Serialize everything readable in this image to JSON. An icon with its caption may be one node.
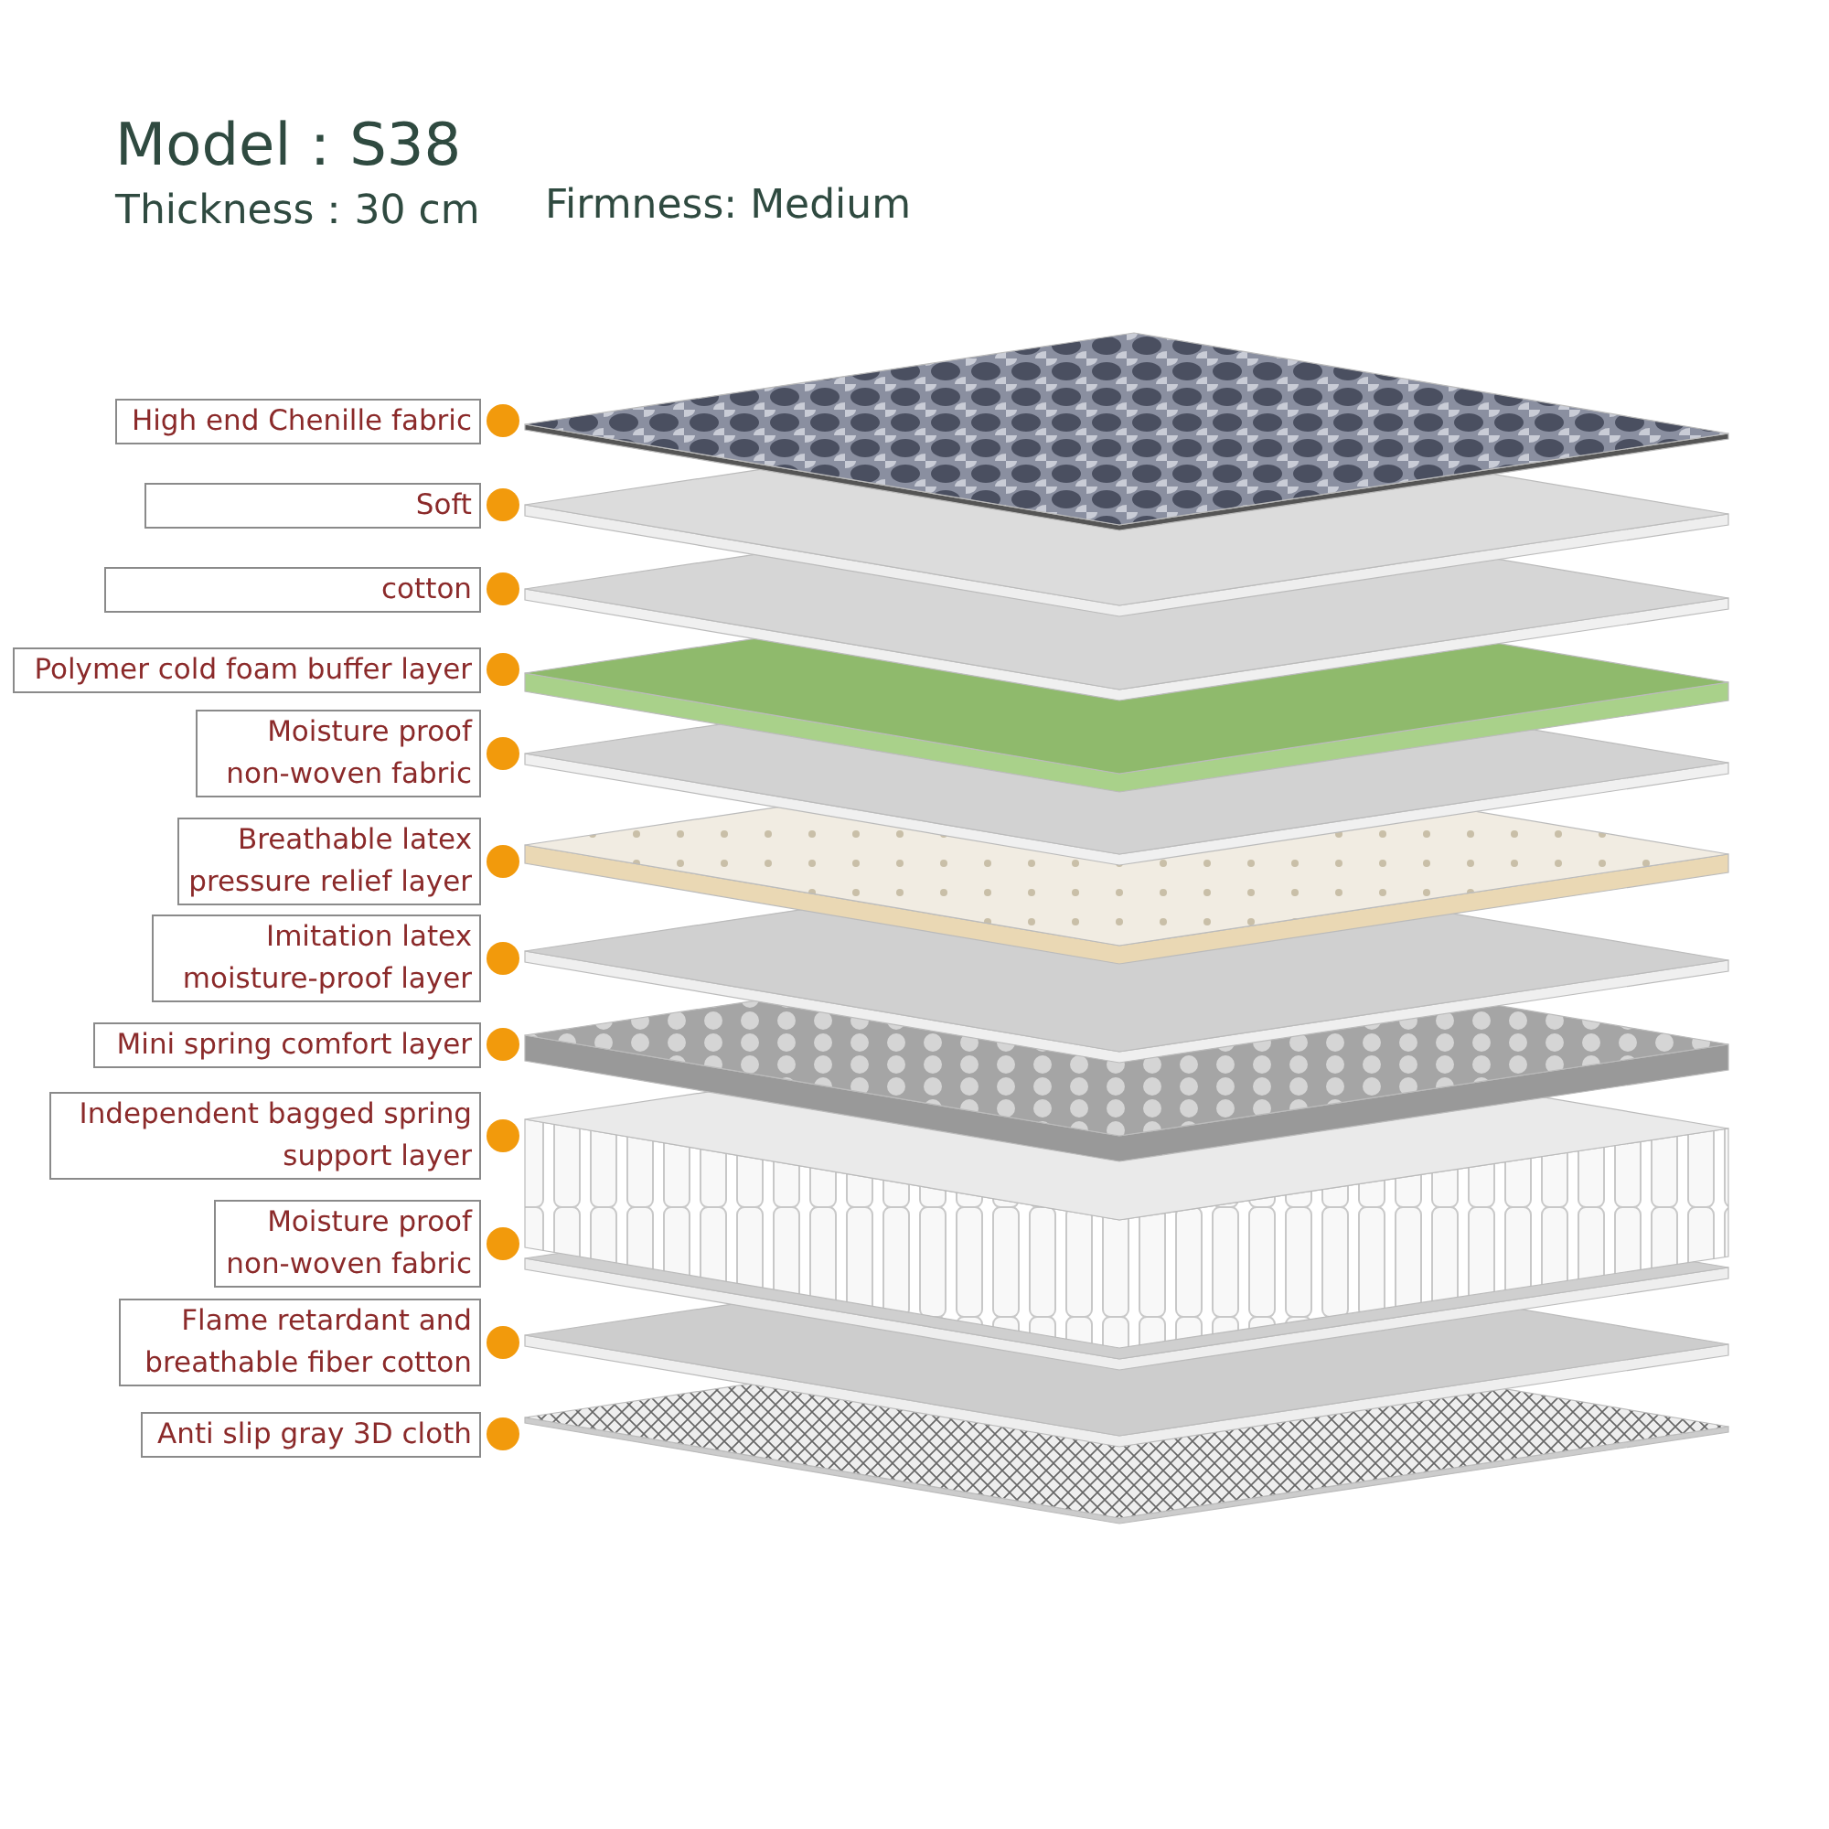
{
  "diagram": {
    "title": "Model：S38",
    "nodes": [
      {
        "text": [
          "High end Chenille fabric"
        ]
      },
      {
        "text": [
          "Soft"
        ]
      },
      {
        "text": [
          "cotton"
        ]
      },
      {
        "text": [
          "Polymer cold foam buffer layer"
        ]
      },
      {
        "text": [
          "Moisture proof non-woven fabric"
        ]
      },
      {
        "text": [
          "Breathable latex pressure relief layer"
        ]
      },
      {
        "text": [
          "Imitation latex moisture-proof layer"
        ]
      },
      {
        "text": [
          "Mini spring comfort layer"
        ]
      },
      {
        "text": [
          "Independent bagged spring support layer"
        ]
      },
      {
        "text": [
          "Moisture proof non-woven fabric"
        ]
      },
      {
        "text": [
          "Flame retardant and breathable fiber cotton"
        ]
      },
      {
        "text": [
          "Anti slip gray 3D cloth"
        ]
      }
    ],
    "labels": [
      "Thickness：30 cm",
      "Firmness: Medium"
    ]
  }
}
